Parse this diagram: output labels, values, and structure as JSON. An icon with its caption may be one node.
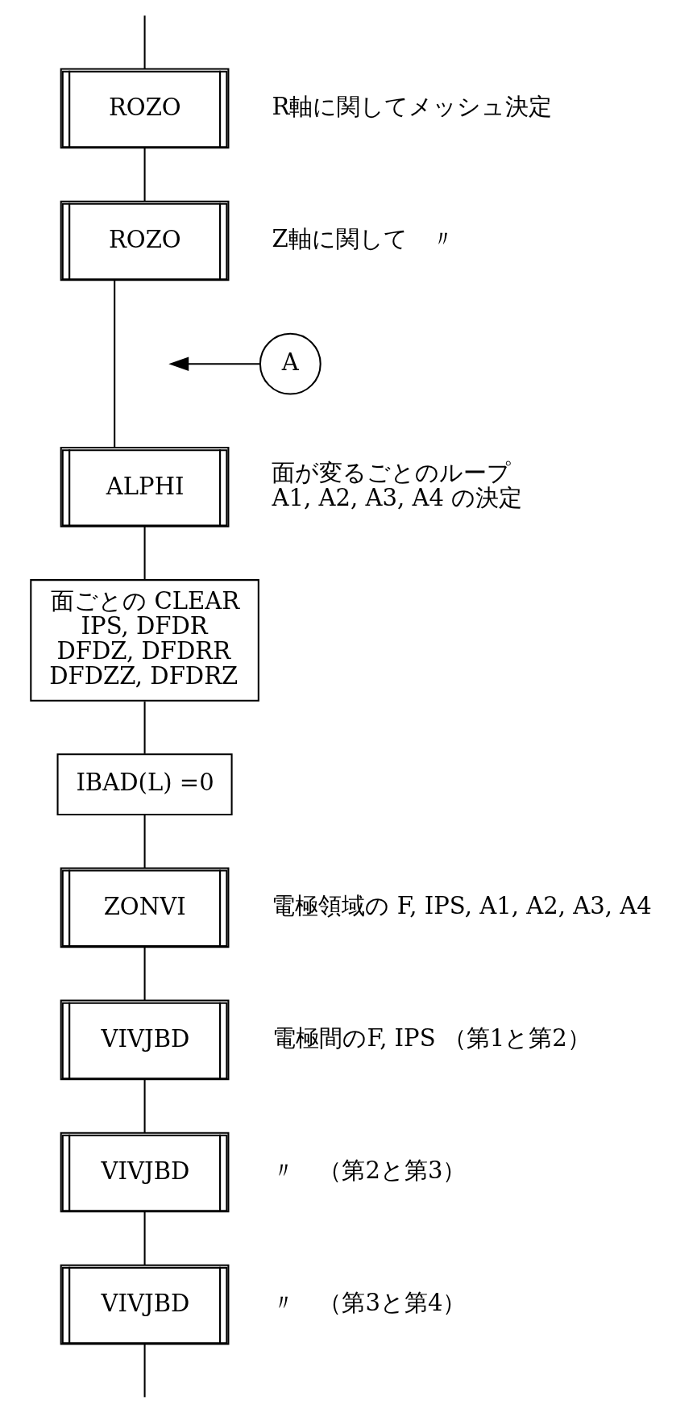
{
  "diagram": {
    "nodes": [
      {
        "text": [
          "ROZO"
        ],
        "beside": [
          "R軸に関してメッシュ決定"
        ]
      },
      {
        "text": [
          "ROZO"
        ],
        "beside": [
          "Z軸に関して　〃"
        ]
      },
      {
        "text": [
          "A"
        ]
      },
      {
        "text": [
          "ALPHI"
        ],
        "beside": [
          "面が変るごとのループ",
          "A1, A2, A3, A4 の決定"
        ]
      },
      {
        "text": [
          "面ごとの CLEAR IPS, DFDR DFDZ, DFDRR DFDZZ, DFDRZ"
        ]
      },
      {
        "text": [
          "IBAD(L) =0"
        ]
      },
      {
        "text": [
          "ZONVI"
        ],
        "beside": [
          "電極領域の F, IPS, A1, A2, A3, A4"
        ]
      },
      {
        "text": [
          "VIVJBD"
        ],
        "beside": [
          "電極間のF, IPS （第1と第2）"
        ]
      },
      {
        "text": [
          "VIVJBD"
        ],
        "beside": [
          "〃　（第2と第3）"
        ]
      },
      {
        "text": [
          "VIVJBD"
        ],
        "beside": [
          "〃　（第3と第4）"
        ]
      }
    ],
    "edges": [
      {
        "from": null,
        "to": 0,
        "arrow": "none"
      },
      {
        "from": 0,
        "to": 1,
        "arrow": "none"
      },
      {
        "from": 1,
        "to": 3,
        "arrow": "none"
      },
      {
        "from": 2,
        "to": null,
        "arrow": "to"
      },
      {
        "from": 3,
        "to": 4,
        "arrow": "none"
      },
      {
        "from": 4,
        "to": 5,
        "arrow": "none"
      },
      {
        "from": 5,
        "to": 6,
        "arrow": "none"
      },
      {
        "from": 6,
        "to": 7,
        "arrow": "none"
      },
      {
        "from": 7,
        "to": 8,
        "arrow": "none"
      },
      {
        "from": 8,
        "to": 9,
        "arrow": "none"
      },
      {
        "from": 9,
        "to": null,
        "arrow": "none"
      }
    ]
  }
}
